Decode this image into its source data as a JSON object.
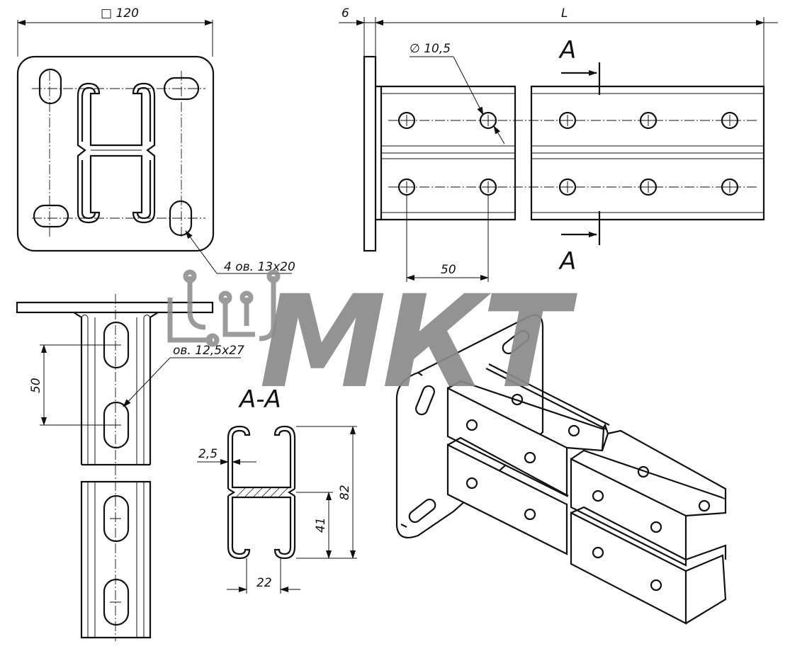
{
  "dimensions": {
    "plate_size": "□ 120",
    "plate_thickness": "6",
    "length": "L",
    "hole_diameter": "∅ 10,5",
    "hole_pitch_top": "50",
    "plate_slots": "4 ов. 13х20",
    "side_slots": "ов. 12,5х27",
    "slot_pitch_side": "50",
    "wall_thickness": "2,5",
    "section_height": "82",
    "half_height": "41",
    "lip_gap": "22"
  },
  "section": {
    "marker_top": "A",
    "marker_bottom": "A",
    "title": "A-A"
  },
  "watermark": {
    "text": "МКТ",
    "color": "#8a8a8a"
  }
}
